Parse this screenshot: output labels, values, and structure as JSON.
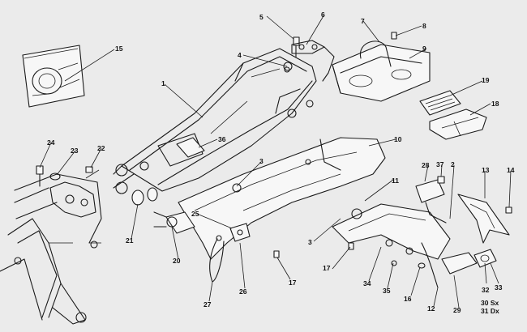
{
  "callouts": [
    "1",
    "2",
    "3",
    "3",
    "4",
    "5",
    "6",
    "7",
    "8",
    "9",
    "10",
    "11",
    "12",
    "13",
    "14",
    "15",
    "16",
    "17",
    "17",
    "18",
    "19",
    "20",
    "21",
    "22",
    "23",
    "24",
    "25",
    "26",
    "27",
    "28",
    "29",
    "30 Sx",
    "31 Dx",
    "32",
    "33",
    "34",
    "35",
    "36",
    "37"
  ],
  "colors": {
    "background": "#ebebeb",
    "ink": "#1a1a1a",
    "part_fill": "#f7f7f7"
  }
}
